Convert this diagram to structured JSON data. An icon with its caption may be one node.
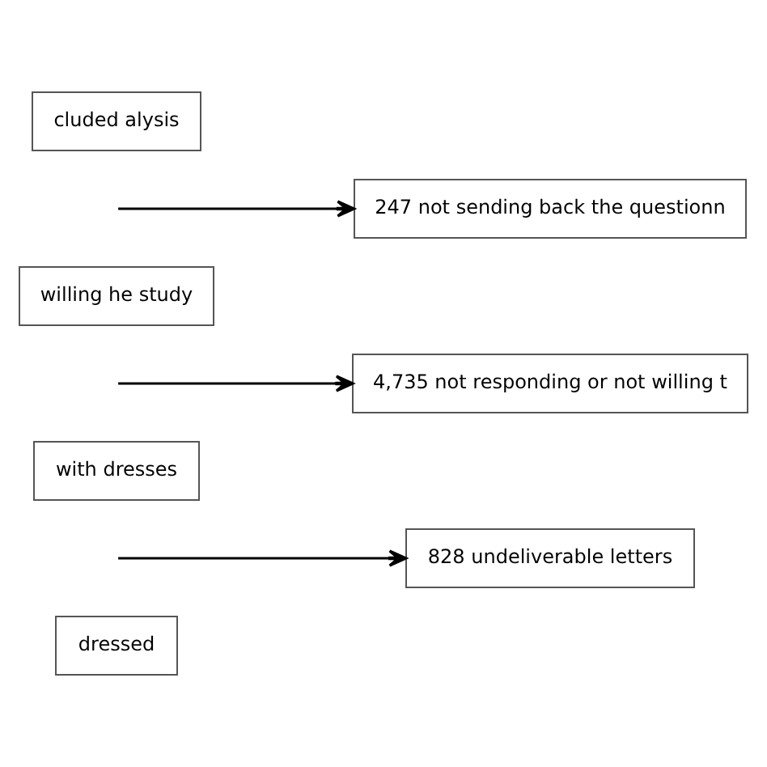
{
  "diagram": {
    "nodes": [
      {
        "text": [
          "dressed"
        ]
      },
      {
        "text": [
          "828 undeliverable letters"
        ]
      },
      {
        "text": [
          "with dresses"
        ]
      },
      {
        "text": [
          "4,735 not responding or not willing t"
        ]
      },
      {
        "text": [
          "willing he study"
        ]
      },
      {
        "text": [
          "247 not sending back the questionn"
        ]
      },
      {
        "text": [
          "cluded alysis"
        ]
      }
    ],
    "edges": [
      {
        "from": null,
        "to": 1,
        "arrow": "to"
      },
      {
        "from": null,
        "to": 3,
        "arrow": "to"
      },
      {
        "from": null,
        "to": 5,
        "arrow": "to"
      }
    ]
  }
}
